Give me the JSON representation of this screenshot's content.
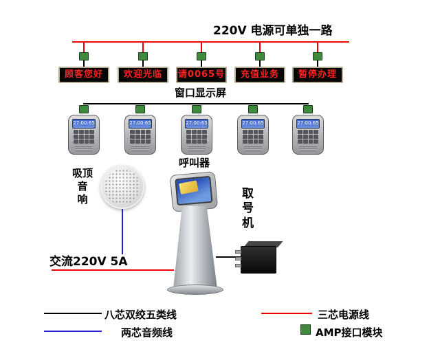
{
  "diagram_title": "220V  电源可单独一路",
  "window_displays": {
    "section_label": "窗口显示屏",
    "items": [
      "顾客您好",
      "欢迎光临",
      "请0065号",
      "充值业务",
      "暂停办理"
    ]
  },
  "callers": {
    "section_label": "呼叫器",
    "lcd_text": "27:00:65"
  },
  "ceiling_speaker": {
    "label": "吸顶\n音\n响"
  },
  "ticket_kiosk": {
    "label": "取\n号\n机"
  },
  "power_feed_label": "交流220V 5A",
  "legend": {
    "cat5_label": "八芯双绞五类线",
    "power_label": "三芯电源线",
    "audio_label": "两芯音频线",
    "amp_label": "AMP接口模块"
  },
  "colors": {
    "power_line": "#ee0000",
    "data_line": "#000000",
    "audio_line": "#2222cc",
    "connector_block": "#3f8a3f",
    "led_text": "#ff2222"
  }
}
